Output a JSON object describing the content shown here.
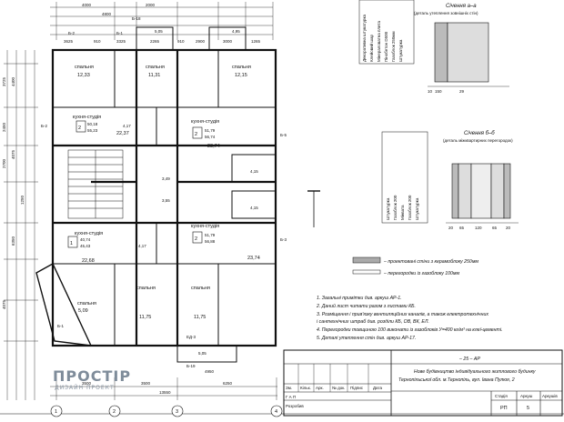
{
  "plan": {
    "rooms": [
      {
        "name": "спальня",
        "area": "12,33"
      },
      {
        "name": "спальня",
        "area": "11,31"
      },
      {
        "name": "спальня",
        "area": "12,15"
      },
      {
        "name": "кухня-студія",
        "area": "23,74"
      },
      {
        "name": "кухня-студія",
        "area": "22,37"
      },
      {
        "name": "кухня-студія",
        "area": "23,74"
      },
      {
        "name": "кухня-студія",
        "area": "22,68"
      },
      {
        "name": "спальня",
        "area": "11,75"
      },
      {
        "name": "спальня",
        "area": "11,75"
      },
      {
        "name": "спальня",
        "area": "5,09"
      }
    ],
    "apartments": [
      {
        "num": "2",
        "a1": "50,18",
        "a2": "55,23"
      },
      {
        "num": "2",
        "a1": "51,79",
        "a2": "56,74"
      },
      {
        "num": "2",
        "a1": "51,79",
        "a2": "56,88"
      },
      {
        "num": "1",
        "a1": "40,74",
        "a2": "45,43"
      }
    ],
    "small_areas": [
      "4,17",
      "4,17",
      "4,15",
      "4,15",
      "5,05",
      "5,05",
      "4,95",
      "3,49",
      "3,55"
    ],
    "dims_top": [
      "4000",
      "2000",
      "4800",
      "3625",
      "910",
      "3325",
      "2265",
      "910",
      "2900",
      "3000",
      "1265"
    ],
    "dims_left": [
      "3725",
      "4400",
      "2450",
      "4075",
      "2700",
      "1250",
      "6350",
      "4075"
    ],
    "dims_bottom": [
      "3500",
      "3500",
      "6250",
      "13550",
      "4950"
    ],
    "walls": [
      "Б-2",
      "Б-1",
      "Б-18",
      "Б-19",
      "Б-5",
      "Б-3",
      "Б-1",
      "Б-2",
      "ЕД-3"
    ],
    "axes_bottom": [
      "1",
      "2",
      "3",
      "4"
    ]
  },
  "section_a": {
    "title": "Січення а–а",
    "subtitle": "(деталь утеплення зовнішніх стін)",
    "layers": [
      "Декоративна штукатурка",
      "Клейовий шар",
      "Мінераловатна плита",
      "Пінобетон D500",
      "Газоблок 250мм",
      "Штукатурка"
    ],
    "dims": [
      "150",
      "29",
      "10"
    ]
  },
  "section_b": {
    "title": "Січення б–б",
    "subtitle": "(деталь міжквартирних перегородок)",
    "layers": [
      "Штукатурка",
      "Газоблок 200",
      "Мінвата",
      "Газоблок 200",
      "Штукатурка"
    ],
    "dims": [
      "20",
      "65",
      "120",
      "65",
      "20"
    ]
  },
  "legend": [
    {
      "text": "– проектовані стіни з керамоблоку 250мм"
    },
    {
      "text": "– перегородки із газоблоку 100мм"
    }
  ],
  "notes": [
    "1. Загальні примітки див. аркуш АР-1.",
    "2. Даний лист читати разом з листами КБ.",
    "3. Розміщення і прив'язку вентиляційних каналів, а також електротехнічних",
    "   і сантехнічних штраб див. розділи КБ, ОВ, ВК, ЕЛ.",
    "4. Перегородки товщиною 100 виконати із газоблоків У=400 кг/м³ на клеї-цементі.",
    "5. Деталі утеплення стін див. аркуш АР-17."
  ],
  "stamp": {
    "code": "– 25 – АР",
    "project": "Нове будівництво індивідуального житлового будинку",
    "location": "Тернопільської обл. м.Тернопіль, вул. Івана Пулюя, 2",
    "cols": [
      "Зм.",
      "Кільк.",
      "Арк.",
      "№ док.",
      "Підпис",
      "Дата"
    ],
    "role1": "Г А П",
    "role2": "Розробив",
    "stage_h": "Стадія",
    "sheet_h": "Аркуш",
    "sheets_h": "Аркушів",
    "stage": "РП",
    "sheet": "5"
  },
  "watermark": {
    "brand": "ПРОСТІР",
    "tagline": "ДИЗАЙН ПРОЕКТ"
  }
}
